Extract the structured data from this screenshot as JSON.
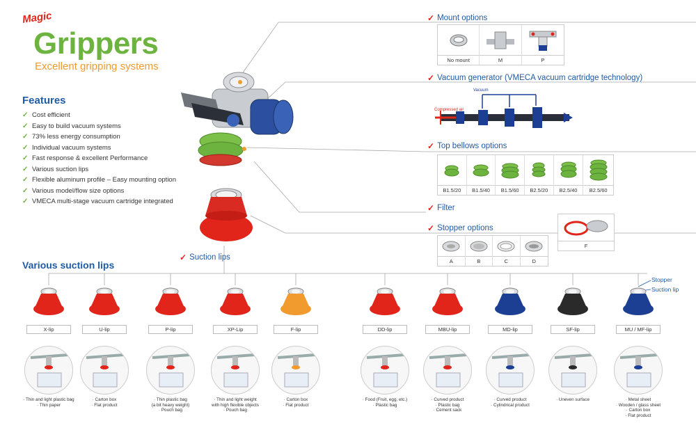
{
  "brand": {
    "magic": "Magic",
    "title": "Grippers",
    "subtitle": "Excellent gripping systems"
  },
  "features": {
    "title": "Features",
    "items": [
      "Cost efficient",
      "Easy to build vacuum systems",
      "73% less energy consumption",
      "Individual vacuum systems",
      "Fast response & excellent Performance",
      "Various suction lips",
      "Flexible aluminum profile – Easy mounting option",
      "Various model/flow size options",
      "VMECA multi-stage vacuum cartridge integrated"
    ]
  },
  "mount": {
    "title": "Mount options",
    "options": [
      "No mount",
      "M",
      "P"
    ]
  },
  "vacuum_generator": {
    "title": "Vacuum generator (VMECA vacuum cartridge technology)",
    "label_vacuum": "Vacuum",
    "label_air": "Compressed air"
  },
  "bellows": {
    "title": "Top bellows options",
    "options": [
      "B1.5/20",
      "B1.5/40",
      "B1.5/60",
      "B2.5/20",
      "B2.5/40",
      "B2.5/60"
    ]
  },
  "filter": {
    "title": "Filter",
    "option": "F"
  },
  "stopper": {
    "title": "Stopper options",
    "options": [
      "A",
      "B",
      "C",
      "D"
    ]
  },
  "suction_lips_callout": "Suction lips",
  "lips": {
    "title": "Various suction lips",
    "stopper_label": "Stopper",
    "suction_lip_label": "Suction lip",
    "items": [
      {
        "name": "X-lip",
        "apps": [
          "· Thin and light plastic bag",
          "· Thin paper"
        ]
      },
      {
        "name": "U-lip",
        "apps": [
          "· Carton box",
          "· Flat product"
        ]
      },
      {
        "name": "P-lip",
        "apps": [
          "· Thin plastic bag",
          "(a bit heavy weight)",
          "· Pouch bag"
        ]
      },
      {
        "name": "XP-Lip",
        "apps": [
          "· Thin and light weight",
          "with high flexible objects",
          "· Pouch bag"
        ]
      },
      {
        "name": "F-lip",
        "apps": [
          "· Carton box",
          "· Flat product"
        ]
      },
      {
        "name": "DD-lip",
        "apps": [
          "· Food (Fruit, egg, etc.)",
          "· Plastic bag"
        ]
      },
      {
        "name": "MBU-lip",
        "apps": [
          "· Curved product",
          "· Plastic bag",
          "· Cement sack"
        ]
      },
      {
        "name": "MD-lip",
        "apps": [
          "· Curved product",
          "· Cylindrical product"
        ]
      },
      {
        "name": "SF-lip",
        "apps": [
          "· Uneven surface"
        ]
      },
      {
        "name": "MU / MF-lip",
        "apps": [
          "· Metal sheet",
          "· Wooden / glass sheet",
          "· Carton box",
          "· Flat product"
        ]
      }
    ]
  },
  "colors": {
    "red": "#e1251b",
    "green": "#6db33f",
    "blue": "#1f5ba6",
    "orange": "#f19a2e",
    "navy": "#1c3f94",
    "gray": "#a8a8a8"
  }
}
